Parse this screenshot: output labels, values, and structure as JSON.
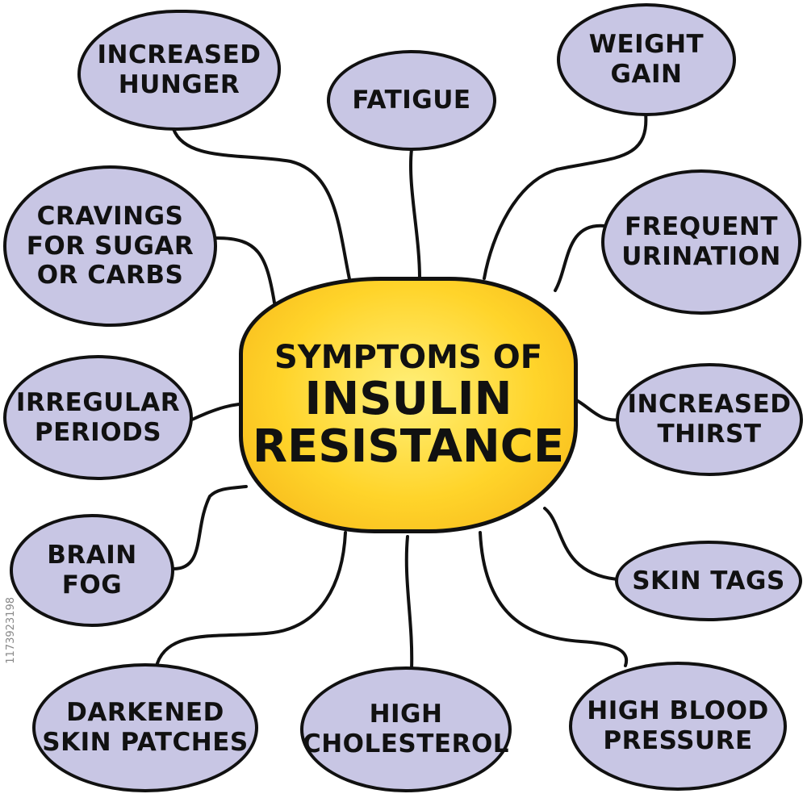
{
  "center": {
    "line1": "Symptoms of",
    "line2": "Insulin",
    "line3": "Resistance"
  },
  "nodes": {
    "increased_hunger": [
      "Increased",
      "Hunger"
    ],
    "fatigue": [
      "Fatigue"
    ],
    "weight_gain": [
      "Weight",
      "Gain"
    ],
    "cravings": [
      "Cravings",
      "for sugar",
      "or carbs"
    ],
    "frequent_urination": [
      "Frequent",
      "Urination"
    ],
    "irregular_periods": [
      "Irregular",
      "Periods"
    ],
    "increased_thirst": [
      "Increased",
      "Thirst"
    ],
    "brain_fog": [
      "Brain",
      "Fog"
    ],
    "skin_tags": [
      "Skin Tags"
    ],
    "darkened_skin": [
      "Darkened",
      "Skin Patches"
    ],
    "high_cholesterol": [
      "High",
      "Cholesterol"
    ],
    "high_blood_pressure": [
      "High Blood",
      "Pressure"
    ]
  },
  "watermark": "1173923198",
  "colors": {
    "node_fill": "#c8c6e4",
    "center_fill": "#ffd42a",
    "outline": "#111111"
  }
}
